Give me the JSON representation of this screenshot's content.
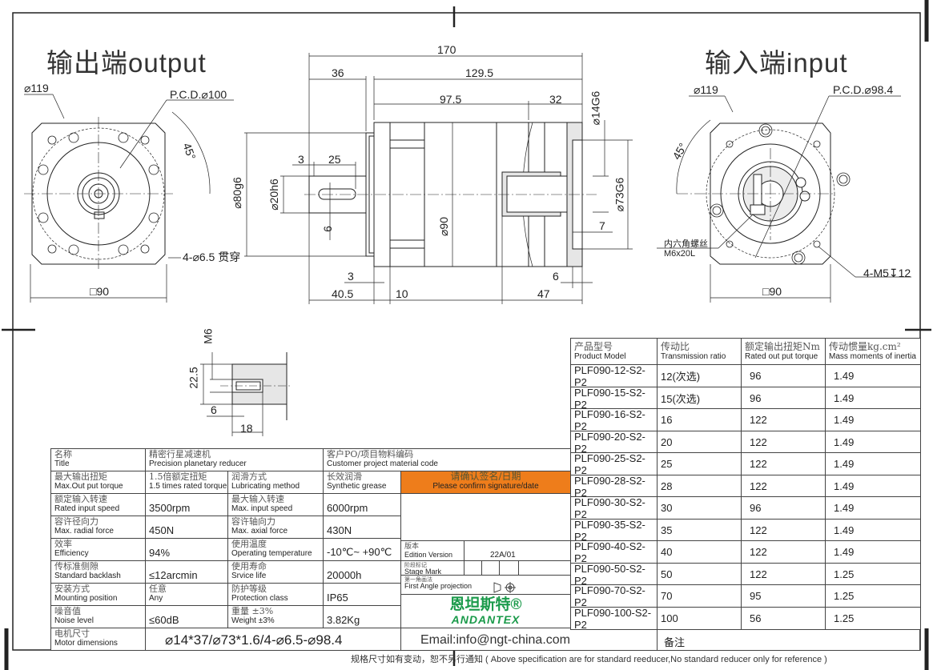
{
  "output_view": {
    "title": "输出端output",
    "dia_outer": "⌀119",
    "pcd": "P.C.D.⌀100",
    "angle": "45°",
    "holes": "4-⌀6.5 贯穿",
    "square": "□90"
  },
  "side_view": {
    "overall": "170",
    "shaft_len": "36",
    "body_len": "129.5",
    "main_len": "97.5",
    "adapter_len": "32",
    "input_bore": "⌀14G6",
    "shaft_offset": "3",
    "key_len": "25",
    "pilot_dia": "⌀80g6",
    "shaft_dia": "⌀20h6",
    "key_width": "6",
    "body_dia": "⌀90",
    "motor_pilot": "⌀73G6",
    "pilot_depth": "7",
    "flange_3": "3",
    "gap_6": "6",
    "dim_40_5": "40.5",
    "dim_10": "10",
    "dim_47": "47"
  },
  "input_view": {
    "title": "输入端input",
    "dia_outer": "⌀119",
    "pcd": "P.C.D.⌀98.4",
    "angle": "45°",
    "screw_cn": "内六角螺丝",
    "screw_en": "M6x20L",
    "holes": "4-M5↧12",
    "square": "□90"
  },
  "detail_view": {
    "thread": "M6",
    "depth": "22.5",
    "offset": "6",
    "len": "18"
  },
  "spec": {
    "title_row": {
      "label_cn": "名称",
      "label_en": "Title",
      "name_cn": "精密行星减速机",
      "name_en": "Precision planetary reducer",
      "po_cn": "客户PO/项目物料编码",
      "po_en": "Customer project material code"
    },
    "rows": [
      {
        "cells": [
          {
            "cn": "最大输出扭矩",
            "en": "Max.Out put torque"
          },
          {
            "cn": "1.5倍额定扭矩",
            "en": "1.5 times rated torque"
          },
          {
            "cn": "润滑方式",
            "en": "Lubricating method"
          },
          {
            "cn": "长效润滑",
            "en": "Synthetic grease"
          }
        ]
      },
      {
        "cells": [
          {
            "cn": "额定输入转速",
            "en": "Rated input speed"
          },
          {
            "value": "3500rpm"
          },
          {
            "cn": "最大输入转速",
            "en": "Max. input speed"
          },
          {
            "value": "6000rpm"
          }
        ]
      },
      {
        "cells": [
          {
            "cn": "容许径向力",
            "en": "Max. radial force"
          },
          {
            "value": "450N"
          },
          {
            "cn": "容许轴向力",
            "en": "Max. axial force"
          },
          {
            "value": "430N"
          }
        ]
      },
      {
        "cells": [
          {
            "cn": "效率",
            "en": "Efficiency"
          },
          {
            "value": "94%"
          },
          {
            "cn": "使用温度",
            "en": "Operating temperature"
          },
          {
            "value": "-10℃~ +90℃"
          }
        ]
      },
      {
        "cells": [
          {
            "cn": "传标准侧隙",
            "en": "Standard backlash"
          },
          {
            "value": "≤12arcmin"
          },
          {
            "cn": "使用寿命",
            "en": "Srvice life"
          },
          {
            "value": "20000h"
          }
        ]
      },
      {
        "cells": [
          {
            "cn": "安装方式",
            "en": "Mounting position"
          },
          {
            "cn": "任意",
            "en": "Any"
          },
          {
            "cn": "防护等级",
            "en": "Protection class"
          },
          {
            "value": "IP65"
          }
        ]
      },
      {
        "cells": [
          {
            "cn": "噪音值",
            "en": "Noise level"
          },
          {
            "value": "≤60dB"
          },
          {
            "cn": "重量 ±3%",
            "en": "Weight ±3%"
          },
          {
            "value": "3.82Kg"
          }
        ]
      }
    ],
    "motor": {
      "cn": "电机尺寸",
      "en": "Motor dimensions",
      "value": "⌀14*37/⌀73*1.6/4-⌀6.5-⌀98.4"
    }
  },
  "approval": {
    "confirm_cn": "请确认签名/日期",
    "confirm_en": "Please confirm signature/date",
    "edition_cn": "版本",
    "edition_en": "Edition Version",
    "edition_value": "22A/01",
    "stage_cn": "阶段标记",
    "stage_en": "Stage Mark",
    "projection_cn": "第一角画法",
    "projection_en": "First Angle projection",
    "brand_cn": "恩坦斯特®",
    "brand_en": "ANDANTEX",
    "email": "Email:info@ngt-china.com",
    "remark": "备注",
    "accent": "#ee7d1b",
    "brand_color": "#1a9a4a"
  },
  "models": {
    "headers": [
      {
        "cn": "产品型号",
        "en": "Product Model"
      },
      {
        "cn": "传动比",
        "en": "Transmission ratio"
      },
      {
        "cn": "额定输出扭矩Nm",
        "en": "Rated out put torque"
      },
      {
        "cn": "传动惯量kg.cm²",
        "en": "Mass moments of inertia"
      }
    ],
    "rows": [
      [
        "PLF090-12-S2-P2",
        "12(次选)",
        "96",
        "1.49"
      ],
      [
        "PLF090-15-S2-P2",
        "15(次选)",
        "96",
        "1.49"
      ],
      [
        "PLF090-16-S2-P2",
        "16",
        "122",
        "1.49"
      ],
      [
        "PLF090-20-S2-P2",
        "20",
        "122",
        "1.49"
      ],
      [
        "PLF090-25-S2-P2",
        "25",
        "122",
        "1.49"
      ],
      [
        "PLF090-28-S2-P2",
        "28",
        "122",
        "1.49"
      ],
      [
        "PLF090-30-S2-P2",
        "30",
        "96",
        "1.49"
      ],
      [
        "PLF090-35-S2-P2",
        "35",
        "122",
        "1.49"
      ],
      [
        "PLF090-40-S2-P2",
        "40",
        "122",
        "1.49"
      ],
      [
        "PLF090-50-S2-P2",
        "50",
        "122",
        "1.25"
      ],
      [
        "PLF090-70-S2-P2",
        "70",
        "95",
        "1.25"
      ],
      [
        "PLF090-100-S2-P2",
        "100",
        "56",
        "1.25"
      ]
    ]
  },
  "footer": "规格尺寸如有变动，恕不另行通知 ( Above specification are for standard reeducer,No standard reducer only for reference )"
}
